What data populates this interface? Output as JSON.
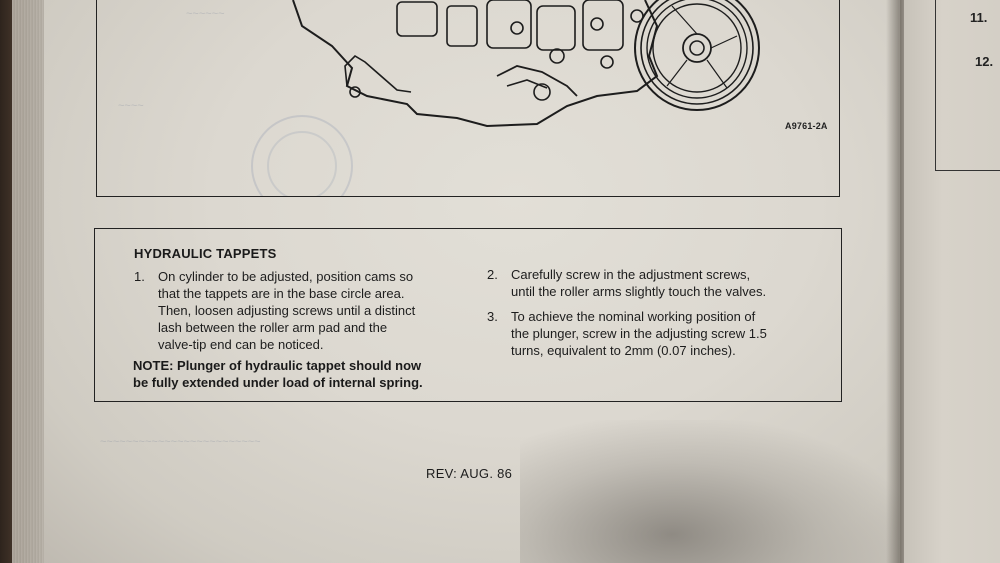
{
  "figure": {
    "id_label": "A9761-2A",
    "subject": "engine-cylinder-head-illustration"
  },
  "section": {
    "title": "HYDRAULIC TAPPETS",
    "steps": [
      {
        "num": "1.",
        "lines": [
          "On cylinder to be adjusted, position cams so",
          "that the tappets are in the base circle area.",
          "Then, loosen adjusting screws until a distinct",
          "lash between the roller arm pad and the",
          "valve-tip end can be noticed."
        ]
      },
      {
        "num": "2.",
        "lines": [
          "Carefully screw in the adjustment screws,",
          "until the roller arms slightly touch the valves."
        ]
      },
      {
        "num": "3.",
        "lines": [
          "To achieve the nominal working position of",
          "the plunger, screw in the adjusting screw 1.5",
          "turns, equivalent to 2mm (0.07 inches)."
        ]
      }
    ],
    "note_lines": [
      "NOTE: Plunger of hydraulic tappet should now",
      "be fully extended under load of internal spring."
    ]
  },
  "footer": {
    "revision": "REV: AUG. 86"
  },
  "right_page": {
    "numbers": [
      "11.",
      "12."
    ]
  }
}
